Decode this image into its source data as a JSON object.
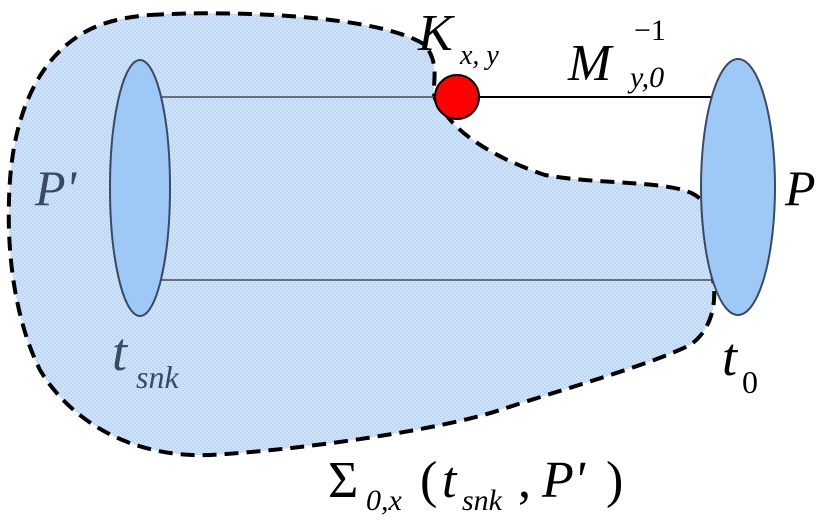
{
  "colors": {
    "region_fill": "#cfe2f7",
    "region_dot": "#b6d0ef",
    "ellipse_fill": "#9ec9f7",
    "ellipse_stroke": "#3a4a63",
    "node_fill": "#ff0000",
    "line": "#000000",
    "line_light": "#4a4a4a",
    "label_gray": "#3a4a63"
  },
  "labels": {
    "K": "K",
    "K_sub": "x, y",
    "M": "M",
    "M_sub": "y,0",
    "M_sup": "−1",
    "P_prime": "P'",
    "P": "P",
    "t": "t",
    "t_snk_sub": "snk",
    "t0_sub": "0",
    "sigma": "Σ",
    "sigma_sub": "0,x",
    "sigma_open": "(",
    "sigma_t": "t",
    "sigma_t_sub": "snk",
    "sigma_comma": ",",
    "sigma_P": "P'",
    "sigma_close": ")"
  }
}
